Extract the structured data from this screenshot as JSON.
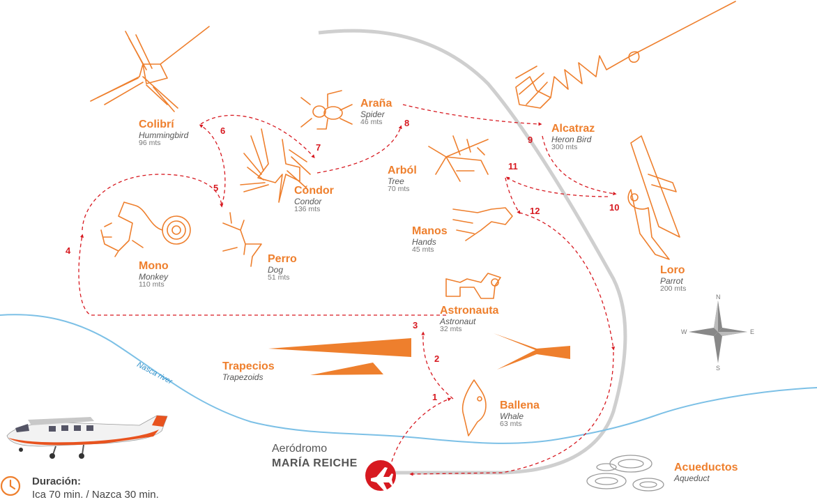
{
  "sites": {
    "colibri": {
      "name": "Colibrí",
      "en": "Hummingbird",
      "size": "96 mts"
    },
    "arana": {
      "name": "Araña",
      "en": "Spider",
      "size": "46 mts"
    },
    "alcatraz": {
      "name": "Alcatraz",
      "en": "Heron Bird",
      "size": "300 mts"
    },
    "condor": {
      "name": "Cóndor",
      "en": "Condor",
      "size": "136 mts"
    },
    "arbol": {
      "name": "Arból",
      "en": "Tree",
      "size": "70 mts"
    },
    "mono": {
      "name": "Mono",
      "en": "Monkey",
      "size": "110 mts"
    },
    "perro": {
      "name": "Perro",
      "en": "Dog",
      "size": "51 mts"
    },
    "manos": {
      "name": "Manos",
      "en": "Hands",
      "size": "45 mts"
    },
    "loro": {
      "name": "Loro",
      "en": "Parrot",
      "size": "200 mts"
    },
    "astronauta": {
      "name": "Astronauta",
      "en": "Astronaut",
      "size": "32 mts"
    },
    "trapecios": {
      "name": "Trapecios",
      "en": "Trapezoids"
    },
    "ballena": {
      "name": "Ballena",
      "en": "Whale",
      "size": "63 mts"
    },
    "acueductos": {
      "name": "Acueductos",
      "en": "Aqueduct"
    }
  },
  "stops": [
    "1",
    "2",
    "3",
    "4",
    "5",
    "6",
    "7",
    "8",
    "9",
    "10",
    "11",
    "12"
  ],
  "river_label": "Nasca river",
  "airport": {
    "line1": "Aeródromo",
    "line2": "MARÍA REICHE"
  },
  "duration": {
    "title": "Duración:",
    "detail": "Ica 70 min. / Nazca 30 min."
  },
  "compass": {
    "n": "N",
    "s": "S",
    "e": "E",
    "w": "W"
  },
  "colors": {
    "figure": "#EE7F2D",
    "route": "#D71920",
    "river": "#7CC0E6",
    "road": "#CFCFCF"
  }
}
